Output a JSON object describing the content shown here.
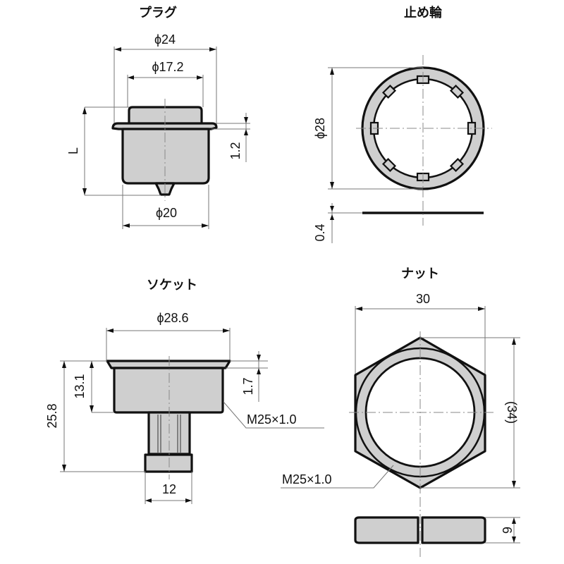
{
  "drawing": {
    "plug": {
      "title": "プラグ",
      "dims": {
        "outer_dia": "ϕ24",
        "inner_dia": "ϕ17.2",
        "flange_thickness": "1.2",
        "length": "L",
        "body_dia": "ϕ20"
      }
    },
    "retaining_ring": {
      "title": "止め輪",
      "dims": {
        "outer_dia": "ϕ28",
        "thickness": "0.4"
      }
    },
    "socket": {
      "title": "ソケット",
      "dims": {
        "flange_dia": "ϕ28.6",
        "body_height": "13.1",
        "total_height": "25.8",
        "flange_thickness": "1.7",
        "thread": "M25×1.0",
        "stem_width": "12"
      }
    },
    "nut": {
      "title": "ナット",
      "dims": {
        "width_across_flats": "30",
        "width_across_corners": "(34)",
        "thread": "M25×1.0",
        "thickness": "6"
      }
    }
  },
  "colors": {
    "line": "#111111",
    "fill": "#cfcfcf",
    "dim_line": "#777777"
  }
}
